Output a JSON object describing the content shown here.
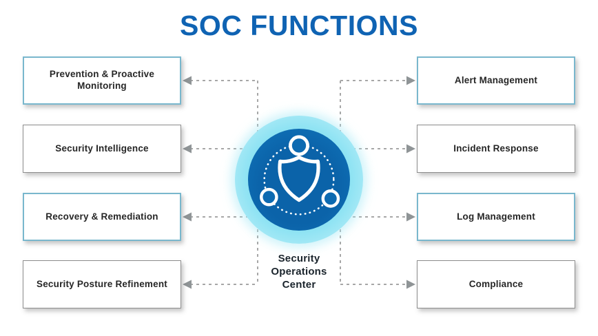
{
  "title": "SOC FUNCTIONS",
  "center": {
    "icon": "shield-network-icon",
    "label_lines": [
      "Security",
      "Operations",
      "Center"
    ]
  },
  "left_functions": [
    {
      "label": "Prevention & Proactive Monitoring",
      "accent": true
    },
    {
      "label": "Security Intelligence",
      "accent": false
    },
    {
      "label": "Recovery & Remediation",
      "accent": true
    },
    {
      "label": "Security Posture Refinement",
      "accent": false
    }
  ],
  "right_functions": [
    {
      "label": "Alert Management",
      "accent": true
    },
    {
      "label": "Incident Response",
      "accent": false
    },
    {
      "label": "Log Management",
      "accent": true
    },
    {
      "label": "Compliance",
      "accent": false
    }
  ],
  "colors": {
    "title_blue": "#0f63b3",
    "disc_blue": "#0d6ab1",
    "disc_edge_blue": "#1e88d1",
    "halo_cyan": "#a0e8f5",
    "accent_border": "#79b7cd",
    "plain_border": "#8c8c8c",
    "connector_gray": "#a7a7a7",
    "arrow_gray": "#8f9496",
    "box_text": "#262626"
  }
}
